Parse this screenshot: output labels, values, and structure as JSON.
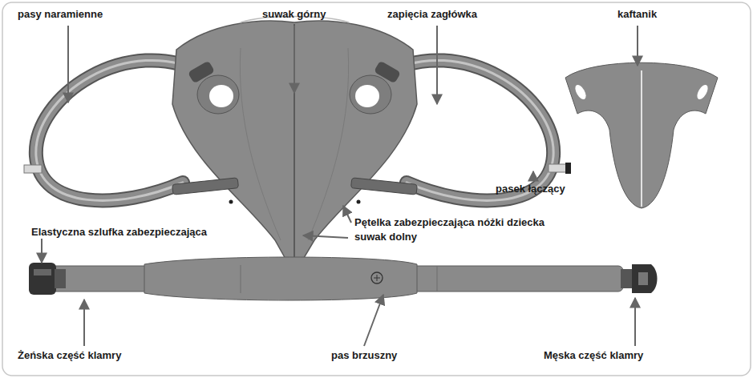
{
  "diagram": {
    "labels": [
      "pasy naramienne",
      "suwak górny",
      "zapięcia zagłówka",
      "kaftanik",
      "pasek łączący",
      "Pętelka zabezpieczająca nóżki dziecka",
      "suwak dolny",
      "Elastyczna szlufka zabezpieczająca",
      "Żeńska część klamry",
      "pas brzuszny",
      "Męska część klamry"
    ]
  }
}
